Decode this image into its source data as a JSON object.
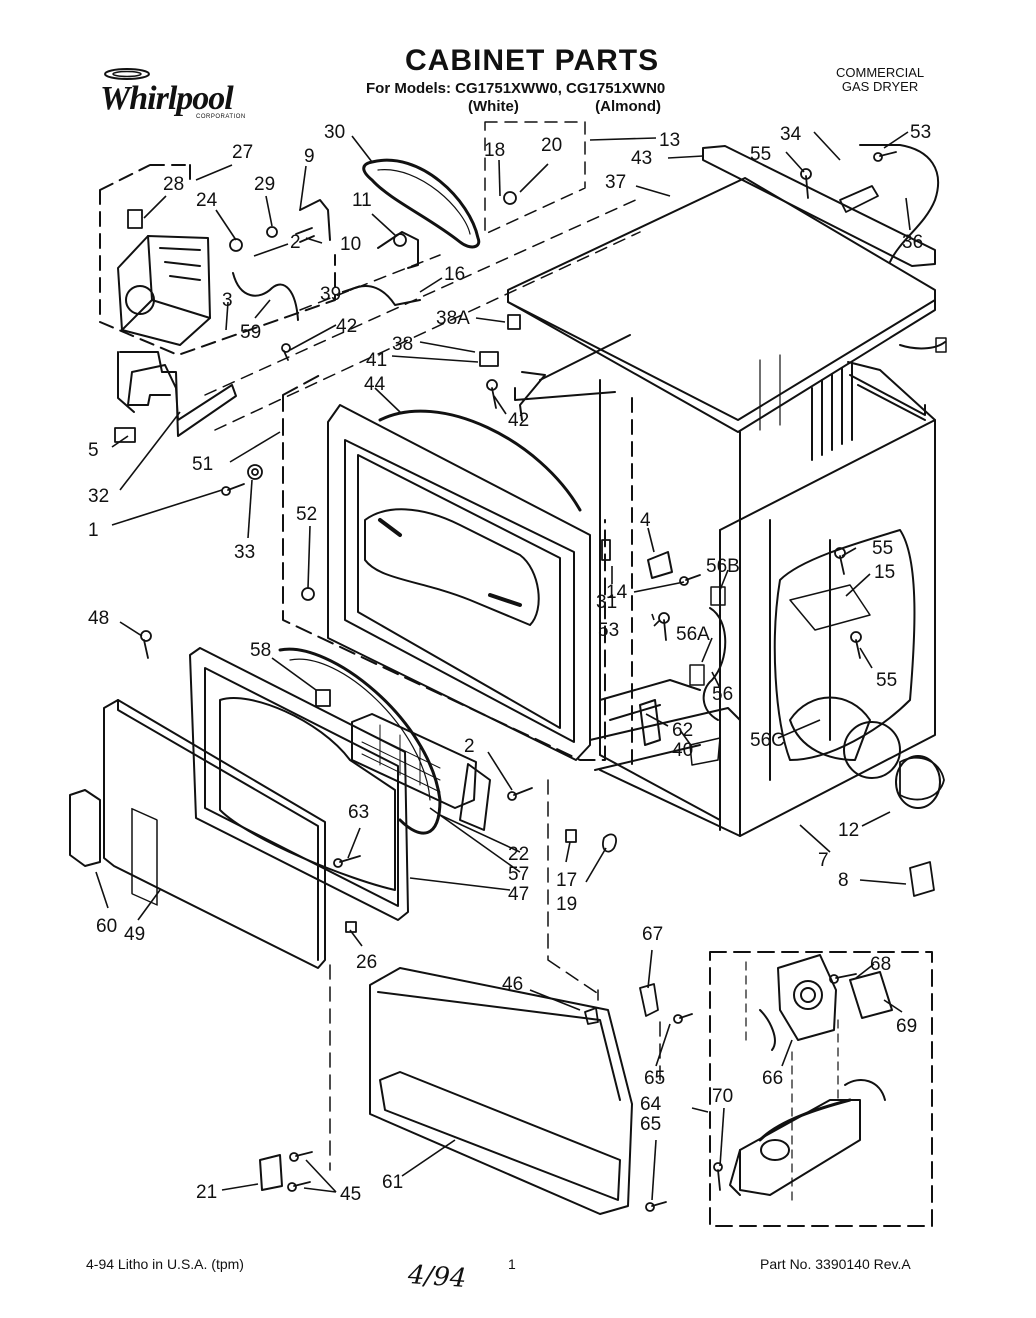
{
  "header": {
    "title": "CABINET PARTS",
    "models_line": "For Models: CG1751XWW0, CG1751XWN0",
    "color_white": "(White)",
    "color_almond": "(Almond)"
  },
  "brand": {
    "name": "Whirlpool",
    "sub": "CORPORATION"
  },
  "product": {
    "line1": "COMMERCIAL",
    "line2": "GAS DRYER"
  },
  "footer": {
    "left": "4-94  Litho in U.S.A. (tpm)",
    "page": "1",
    "right": "Part No. 3390140 Rev.A",
    "handwritten": "4/94"
  },
  "callouts": [
    "30",
    "27",
    "9",
    "28",
    "29",
    "24",
    "2",
    "11",
    "10",
    "18",
    "20",
    "13",
    "43",
    "37",
    "34",
    "53",
    "55",
    "36",
    "3",
    "59",
    "39",
    "16",
    "42",
    "38A",
    "38",
    "41",
    "44",
    "42",
    "51",
    "5",
    "32",
    "1",
    "33",
    "52",
    "31",
    "4",
    "14",
    "53",
    "56B",
    "56A",
    "56",
    "55",
    "15",
    "55",
    "48",
    "58",
    "2",
    "62",
    "40",
    "56C",
    "12",
    "7",
    "8",
    "63",
    "22",
    "57",
    "47",
    "17",
    "19",
    "60",
    "49",
    "26",
    "67",
    "46",
    "68",
    "69",
    "65",
    "66",
    "64",
    "70",
    "65",
    "61",
    "21",
    "45"
  ]
}
